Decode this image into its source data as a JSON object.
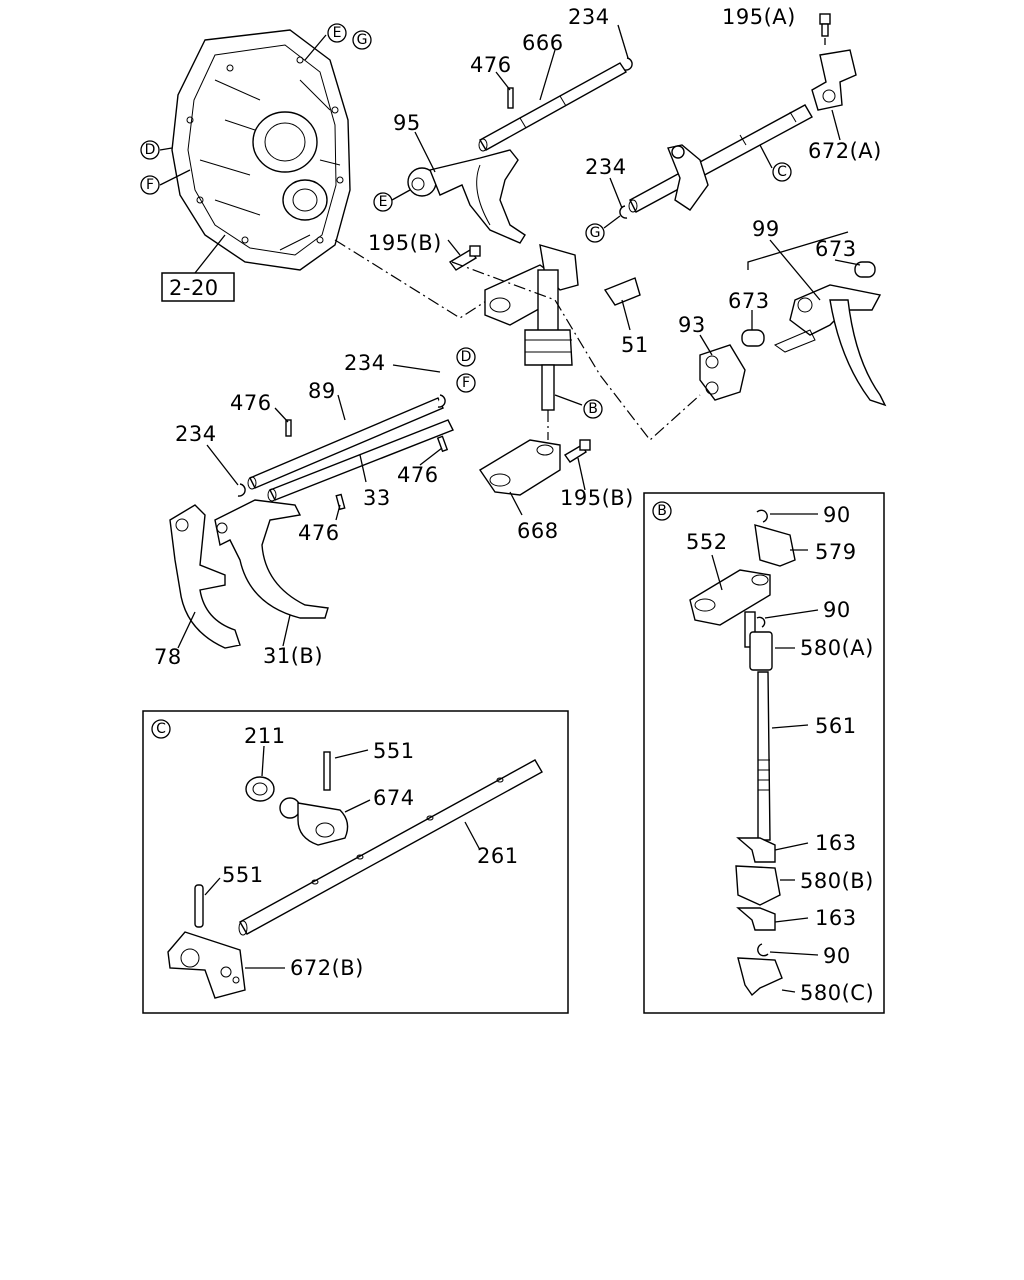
{
  "callouts": {
    "c234_top": "234",
    "c195a": "195(A)",
    "c476_top": "476",
    "c666": "666",
    "c95": "95",
    "c672a": "672(A)",
    "c234_g": "234",
    "c195b_top": "195(B)",
    "c99": "99",
    "c673_top": "673",
    "c673_mid": "673",
    "c93": "93",
    "c51": "51",
    "c2_20": "2-20",
    "c234_d": "234",
    "c89": "89",
    "c476_left": "476",
    "c234_left": "234",
    "c476_f": "476",
    "c33": "33",
    "c476_bottom": "476",
    "c195b_bottom": "195(B)",
    "c668": "668",
    "c78": "78",
    "c31b": "31(B)",
    "b90_top": "90",
    "b552": "552",
    "b579": "579",
    "b90_mid": "90",
    "b580a": "580(A)",
    "b561": "561",
    "b163_top": "163",
    "b580b": "580(B)",
    "b163_bottom": "163",
    "b90_bottom": "90",
    "b580c": "580(C)",
    "c211": "211",
    "c551_top": "551",
    "c674": "674",
    "c261": "261",
    "c551_bottom": "551",
    "c672b": "672(B)"
  },
  "refs": {
    "E": "E",
    "G": "G",
    "D": "D",
    "F": "F",
    "C": "C",
    "B": "B"
  },
  "panels": {
    "B": "B",
    "C": "C"
  }
}
